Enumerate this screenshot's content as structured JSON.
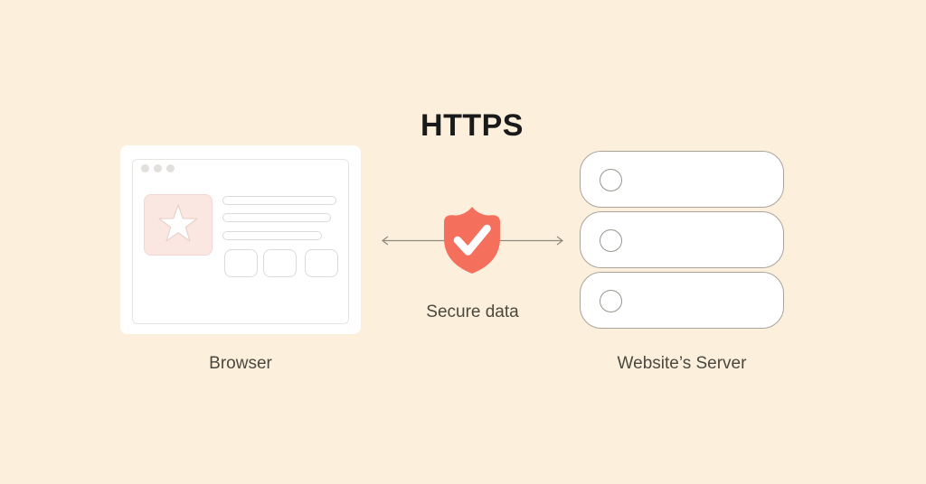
{
  "title": "HTTPS",
  "nodes": {
    "browser": {
      "label": "Browser",
      "icon": "browser-window-illustration",
      "placeholder_icon": "star-icon"
    },
    "server": {
      "label": "Website’s Server",
      "icon": "server-stack-illustration",
      "unit_count": 3
    }
  },
  "connection": {
    "label": "Secure data",
    "icon": "shield-check-icon",
    "arrow": "double-headed-arrow"
  },
  "colors": {
    "background": "#FCEFDC",
    "accent_shield": "#F4705D",
    "title_text": "#1A1A1A",
    "label_text": "#4B4840",
    "card_fill": "#FFFFFF",
    "placeholder_pink": "#FBE7E1",
    "outline_light": "#DCDAD6",
    "outline_server": "#A9A49C",
    "arrow_line": "#8E897F"
  }
}
